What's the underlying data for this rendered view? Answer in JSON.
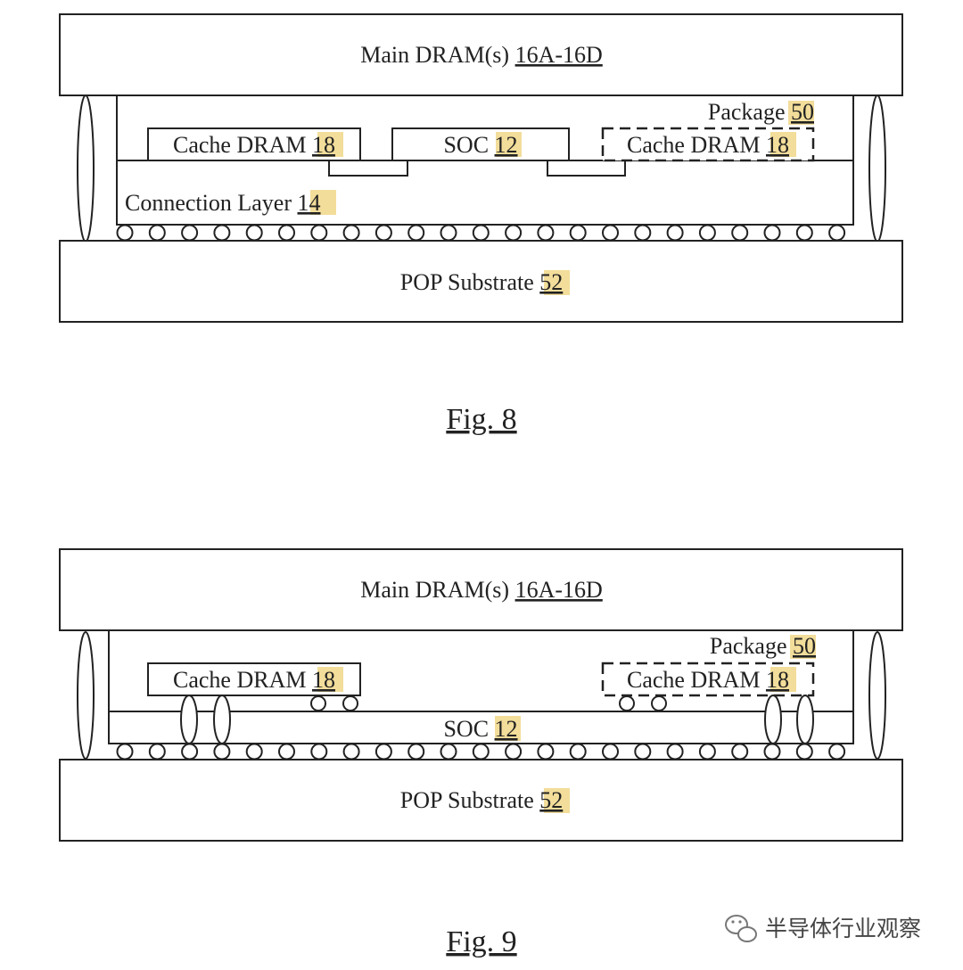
{
  "figures": [
    {
      "caption": "Fig. 8",
      "main_dram": {
        "label": "Main DRAM(s) ",
        "ref": "16A-16D"
      },
      "package": {
        "label": "Package ",
        "ref": "50"
      },
      "cache_left": {
        "label": "Cache DRAM ",
        "ref": "18"
      },
      "soc": {
        "label": "SOC ",
        "ref": "12"
      },
      "cache_right": {
        "label": "Cache DRAM ",
        "ref": "18"
      },
      "connection_layer": {
        "label": "Connection Layer ",
        "ref": "14"
      },
      "substrate": {
        "label": "POP Substrate ",
        "ref": "52"
      }
    },
    {
      "caption": "Fig. 9",
      "main_dram": {
        "label": "Main DRAM(s) ",
        "ref": "16A-16D"
      },
      "package": {
        "label": "Package ",
        "ref": "50"
      },
      "cache_left": {
        "label": "Cache DRAM ",
        "ref": "18"
      },
      "soc": {
        "label": "SOC ",
        "ref": "12"
      },
      "cache_right": {
        "label": "Cache DRAM ",
        "ref": "18"
      },
      "substrate": {
        "label": "POP Substrate ",
        "ref": "52"
      }
    }
  ],
  "watermark": {
    "text": "半导体行业观察",
    "icon": "wechat-icon"
  }
}
